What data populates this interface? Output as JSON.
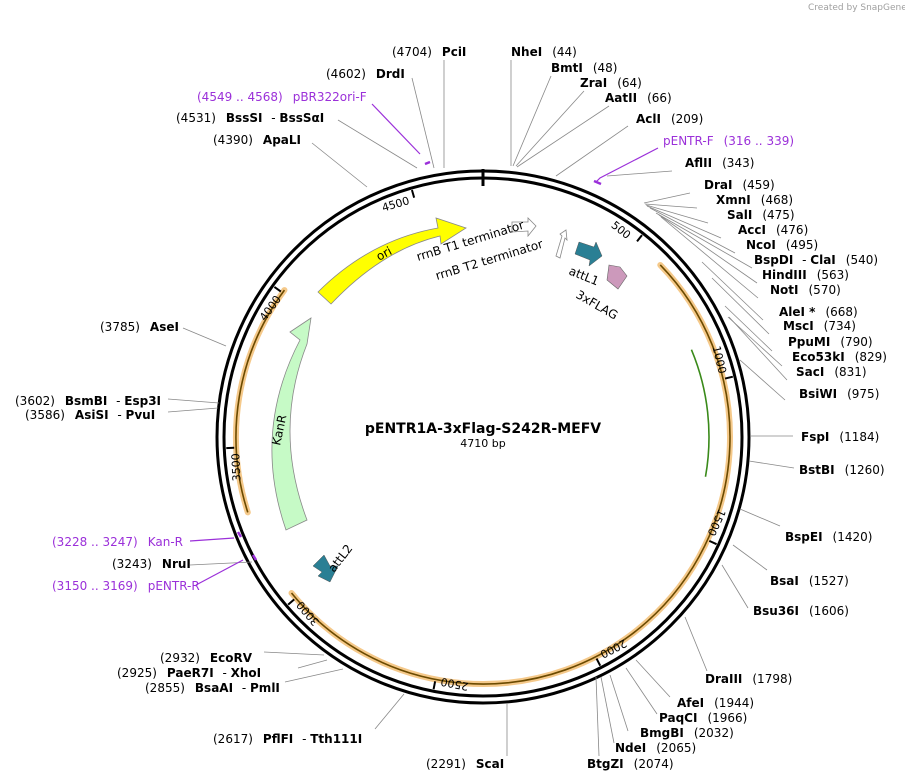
{
  "credit": "Created by SnapGene",
  "plasmid": {
    "name": "pENTR1A-3xFlag-S242R-MEFV",
    "length_label": "4710 bp",
    "length": 4710
  },
  "ticks": [
    "500",
    "1000",
    "1500",
    "2000",
    "2500",
    "3000",
    "3500",
    "4000",
    "4500"
  ],
  "sites": [
    {
      "enzyme": "PciI",
      "bp": 4704,
      "pos": "(4704)"
    },
    {
      "enzyme": "NheI",
      "bp": 44,
      "pos": "(44)"
    },
    {
      "enzyme": "BmtI",
      "bp": 48,
      "pos": "(48)"
    },
    {
      "enzyme": "ZraI",
      "bp": 64,
      "pos": "(64)"
    },
    {
      "enzyme": "AatII",
      "bp": 66,
      "pos": "(66)"
    },
    {
      "enzyme": "AclI",
      "bp": 209,
      "pos": "(209)"
    },
    {
      "enzyme": "AflII",
      "bp": 343,
      "pos": "(343)"
    },
    {
      "enzyme": "DraI",
      "bp": 459,
      "pos": "(459)"
    },
    {
      "enzyme": "XmnI",
      "bp": 468,
      "pos": "(468)"
    },
    {
      "enzyme": "SalI",
      "bp": 475,
      "pos": "(475)"
    },
    {
      "enzyme": "AccI",
      "bp": 476,
      "pos": "(476)"
    },
    {
      "enzyme": "NcoI",
      "bp": 495,
      "pos": "(495)"
    },
    {
      "enzyme": "BspDI",
      "enzyme2": "ClaI",
      "bp": 540,
      "pos": "(540)"
    },
    {
      "enzyme": "HindIII",
      "bp": 563,
      "pos": "(563)"
    },
    {
      "enzyme": "NotI",
      "bp": 570,
      "pos": "(570)"
    },
    {
      "enzyme": "AleI *",
      "bp": 668,
      "pos": "(668)"
    },
    {
      "enzyme": "MscI",
      "bp": 734,
      "pos": "(734)"
    },
    {
      "enzyme": "PpuMI",
      "bp": 790,
      "pos": "(790)"
    },
    {
      "enzyme": "Eco53kI",
      "bp": 829,
      "pos": "(829)"
    },
    {
      "enzyme": "SacI",
      "bp": 831,
      "pos": "(831)"
    },
    {
      "enzyme": "BsiWI",
      "bp": 975,
      "pos": "(975)"
    },
    {
      "enzyme": "FspI",
      "bp": 1184,
      "pos": "(1184)"
    },
    {
      "enzyme": "BstBI",
      "bp": 1260,
      "pos": "(1260)"
    },
    {
      "enzyme": "BspEI",
      "bp": 1420,
      "pos": "(1420)"
    },
    {
      "enzyme": "BsaI",
      "bp": 1527,
      "pos": "(1527)"
    },
    {
      "enzyme": "Bsu36I",
      "bp": 1606,
      "pos": "(1606)"
    },
    {
      "enzyme": "DraIII",
      "bp": 1798,
      "pos": "(1798)"
    },
    {
      "enzyme": "AfeI",
      "bp": 1944,
      "pos": "(1944)"
    },
    {
      "enzyme": "PaqCI",
      "bp": 1966,
      "pos": "(1966)"
    },
    {
      "enzyme": "BmgBI",
      "bp": 2032,
      "pos": "(2032)"
    },
    {
      "enzyme": "NdeI",
      "bp": 2065,
      "pos": "(2065)"
    },
    {
      "enzyme": "BtgZI",
      "bp": 2074,
      "pos": "(2074)"
    },
    {
      "enzyme": "ScaI",
      "bp": 2291,
      "pos": "(2291)"
    },
    {
      "enzyme": "PflFI",
      "enzyme2": "Tth111I",
      "bp": 2617,
      "pos": "(2617)"
    },
    {
      "enzyme": "BsaAI",
      "enzyme2": "PmlI",
      "bp": 2855,
      "pos": "(2855)"
    },
    {
      "enzyme": "PaeR7I",
      "enzyme2": "XhoI",
      "bp": 2925,
      "pos": "(2925)"
    },
    {
      "enzyme": "EcoRV",
      "bp": 2932,
      "pos": "(2932)"
    },
    {
      "enzyme": "NruI",
      "bp": 3243,
      "pos": "(3243)"
    },
    {
      "enzyme": "AsiSI",
      "enzyme2": "PvuI",
      "bp": 3586,
      "pos": "(3586)"
    },
    {
      "enzyme": "BsmBI",
      "enzyme2": "Esp3I",
      "bp": 3602,
      "pos": "(3602)"
    },
    {
      "enzyme": "AseI",
      "bp": 3785,
      "pos": "(3785)"
    },
    {
      "enzyme": "ApaLI",
      "bp": 4390,
      "pos": "(4390)"
    },
    {
      "enzyme": "BssSI",
      "enzyme2": "BssSαI",
      "bp": 4531,
      "pos": "(4531)"
    },
    {
      "enzyme": "DrdI",
      "bp": 4602,
      "pos": "(4602)"
    }
  ],
  "primers": [
    {
      "name": "pBR322ori-F",
      "range": "(4549 .. 4568)"
    },
    {
      "name": "pENTR-F",
      "range": "(316 .. 339)"
    },
    {
      "name": "Kan-R",
      "range": "(3228 .. 3247)"
    },
    {
      "name": "pENTR-R",
      "range": "(3150 .. 3169)"
    }
  ],
  "features": {
    "ori": "ori",
    "kanr": "KanR",
    "rrnb_t1": "rrnB T1 terminator",
    "rrnb_t2": "rrnB T2 terminator",
    "attl1": "attL1",
    "flag": "3xFLAG",
    "attl2": "attL2"
  },
  "colors": {
    "ori": "#ffff00",
    "kanr": "#c6fac6",
    "attl": "#2a7f94",
    "flag": "#cc99bb",
    "primer": "#9b30d9",
    "cds_highlight": "#f5c98a",
    "cds_line": "#6b4a00",
    "green_cds": "#3a8a1a"
  }
}
